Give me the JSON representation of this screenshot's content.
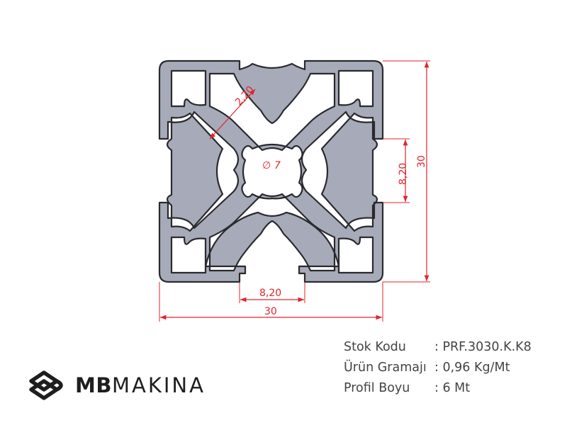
{
  "dimensions": {
    "overall_width": "30",
    "overall_height": "30",
    "slot_width_bottom": "8,20",
    "slot_width_right": "8,20",
    "wall_thickness": "2,20",
    "center_bore": "7"
  },
  "product_info": [
    {
      "label": "Stok Kodu",
      "value": ": PRF.3030.K.K8"
    },
    {
      "label": "Ürün Gramajı",
      "value": ": 0,96 Kg/Mt"
    },
    {
      "label": "Profil Boyu",
      "value": ": 6 Mt"
    }
  ],
  "brand": {
    "bold": "MB",
    "light": "MAKINA"
  },
  "colors": {
    "profile_fill": "#a6aab9",
    "profile_stroke": "#2a2a2e",
    "dimension": "#e0242a",
    "text": "#444444"
  },
  "icons": {
    "bore_symbol": "diameter-icon",
    "logo": "mb-logo-icon"
  }
}
